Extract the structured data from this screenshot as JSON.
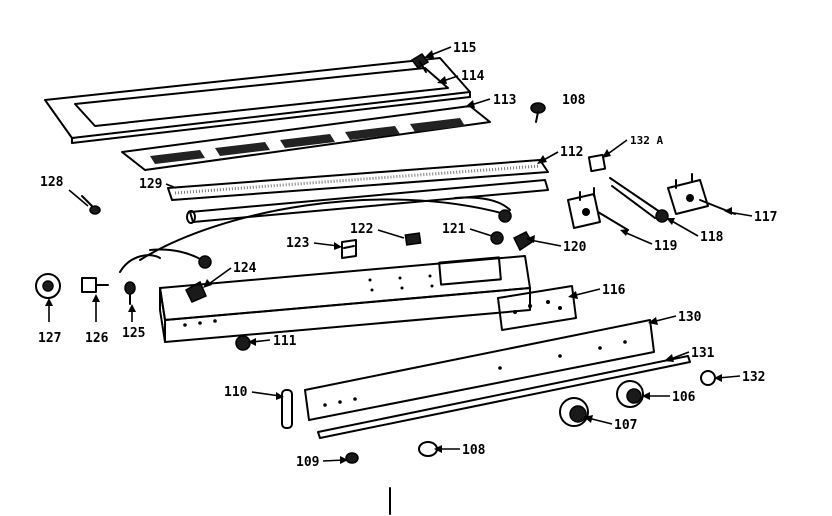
{
  "diagram": {
    "callouts": [
      {
        "id": "115",
        "text": "115"
      },
      {
        "id": "114",
        "text": "114"
      },
      {
        "id": "113",
        "text": "113"
      },
      {
        "id": "108-top",
        "text": "108"
      },
      {
        "id": "112",
        "text": "112"
      },
      {
        "id": "132a",
        "text": "132 A"
      },
      {
        "id": "128",
        "text": "128"
      },
      {
        "id": "129",
        "text": "129"
      },
      {
        "id": "117",
        "text": "117"
      },
      {
        "id": "118",
        "text": "118"
      },
      {
        "id": "119",
        "text": "119"
      },
      {
        "id": "121",
        "text": "121"
      },
      {
        "id": "120",
        "text": "120"
      },
      {
        "id": "122",
        "text": "122"
      },
      {
        "id": "123",
        "text": "123"
      },
      {
        "id": "124",
        "text": "124"
      },
      {
        "id": "116",
        "text": "116"
      },
      {
        "id": "127",
        "text": "127"
      },
      {
        "id": "126",
        "text": "126"
      },
      {
        "id": "125",
        "text": "125"
      },
      {
        "id": "111",
        "text": "111"
      },
      {
        "id": "130",
        "text": "130"
      },
      {
        "id": "131",
        "text": "131"
      },
      {
        "id": "132",
        "text": "132"
      },
      {
        "id": "110",
        "text": "110"
      },
      {
        "id": "106",
        "text": "106"
      },
      {
        "id": "107",
        "text": "107"
      },
      {
        "id": "109",
        "text": "109"
      },
      {
        "id": "108-bottom",
        "text": "108"
      }
    ]
  }
}
